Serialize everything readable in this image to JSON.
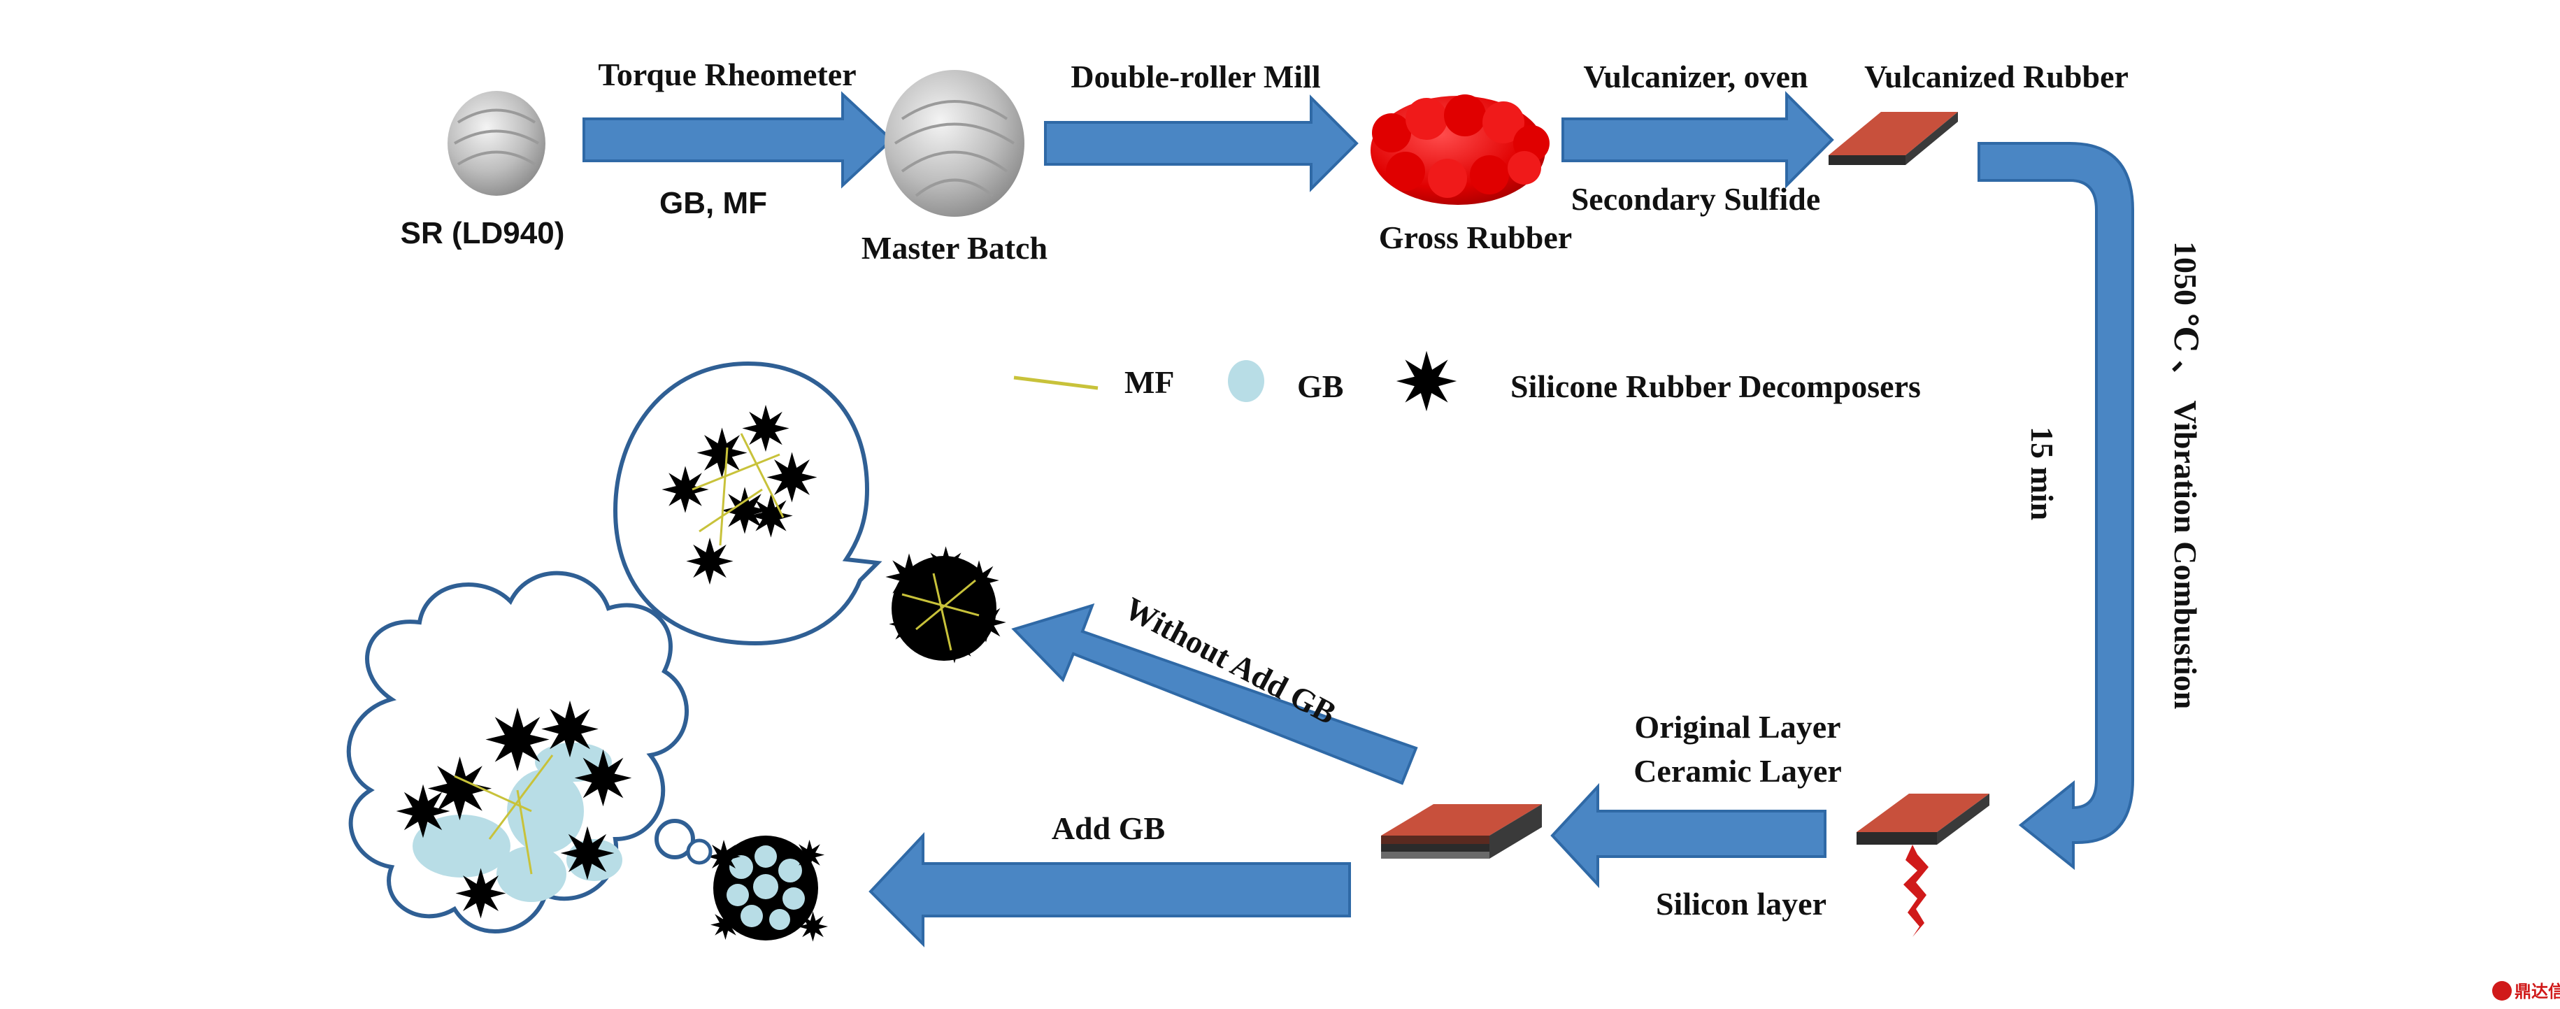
{
  "colors": {
    "arrow_fill": "#4a86c4",
    "arrow_stroke": "#2f69a6",
    "gross_rubber": "#e00000",
    "slab_top": "#c8503c",
    "slab_side": "#2b2b2b",
    "fiber": "#c8c23a",
    "glass_bead": "#b8dde6",
    "decomposer": "#000000",
    "bubble_stroke": "#2f5f94"
  },
  "steps": {
    "sr": "SR (LD940)",
    "torque": "Torque Rheometer",
    "gb_mf": "GB, MF",
    "master": "Master Batch",
    "double_roller": "Double-roller Mill",
    "gross": "Gross Rubber",
    "vulcanizer": "Vulcanizer, oven",
    "secondary": "Secondary Sulfide",
    "vulcanized": "Vulcanized Rubber",
    "combustion": "1050 ℃ 、 Vibration Combustion",
    "duration": "15 min"
  },
  "legend": {
    "mf": "MF",
    "gb": "GB",
    "decomposers": "Silicone Rubber Decomposers"
  },
  "lower": {
    "original_layer": "Original Layer",
    "ceramic_layer": "Ceramic Layer",
    "silicon_layer": "Silicon layer",
    "without_add_gb": "Without Add GB",
    "add_gb": "Add GB"
  },
  "watermark": "鼎达信"
}
